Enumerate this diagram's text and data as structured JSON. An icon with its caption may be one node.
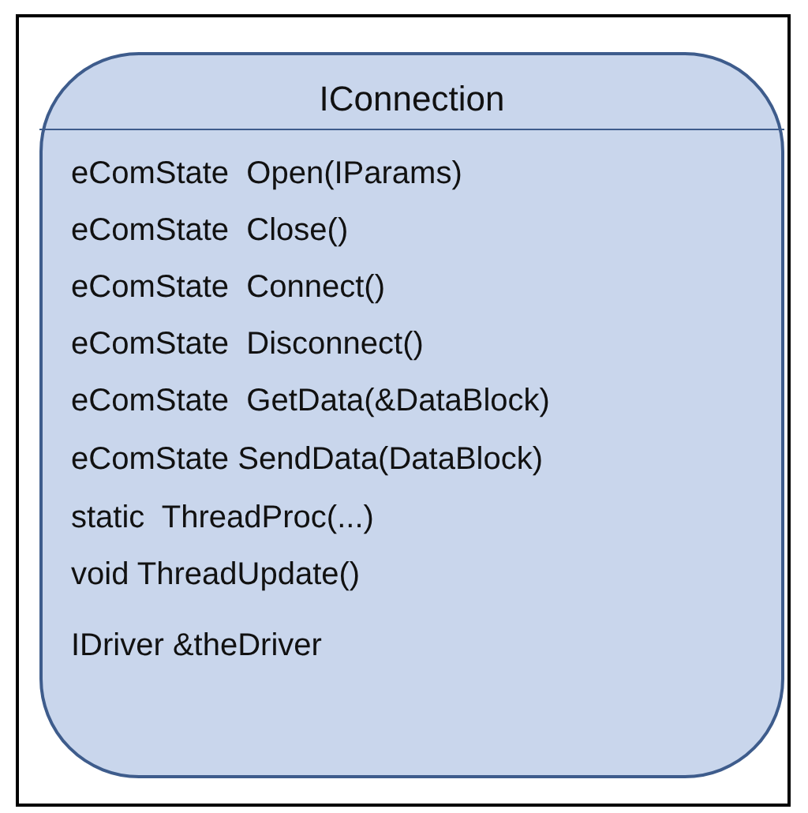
{
  "diagram": {
    "nodes": [
      {
        "text": [
          "IConnection",
          "eComState  Open(IParams)",
          "eComState  Close()",
          "eComState  Connect()",
          "eComState  Disconnect()",
          "eComState  GetData(&DataBlock)",
          "eComState SendData(DataBlock)",
          "static  ThreadProc(...)",
          "void ThreadUpdate()",
          "IDriver &theDriver"
        ]
      }
    ]
  }
}
